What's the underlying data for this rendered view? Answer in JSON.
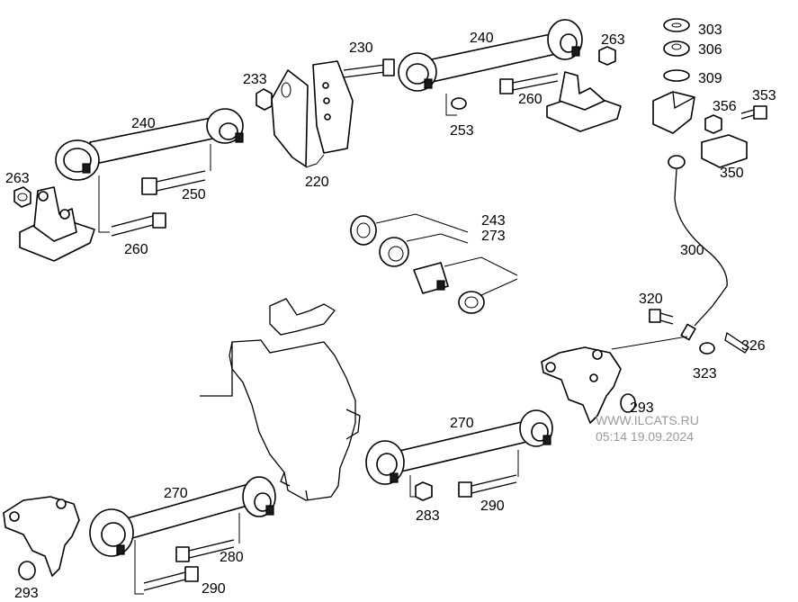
{
  "diagram": {
    "labels": {
      "l230": "230",
      "l240a": "240",
      "l263a": "263",
      "l303": "303",
      "l306": "306",
      "l309": "309",
      "l233": "233",
      "l240b": "240",
      "l260a": "260",
      "l253": "253",
      "l356": "356",
      "l353": "353",
      "l263b": "263",
      "l250": "250",
      "l220": "220",
      "l350": "350",
      "l260b": "260",
      "l243": "243",
      "l273": "273",
      "l300": "300",
      "l320": "320",
      "l326": "326",
      "l323": "323",
      "l270a": "270",
      "l293a": "293",
      "l270b": "270",
      "l283": "283",
      "l290a": "290",
      "l280": "280",
      "l293b": "293",
      "l290b": "290"
    },
    "watermark": {
      "site": "WWW.ILCATS.RU",
      "timestamp": "05:14 19.09.2024"
    }
  }
}
